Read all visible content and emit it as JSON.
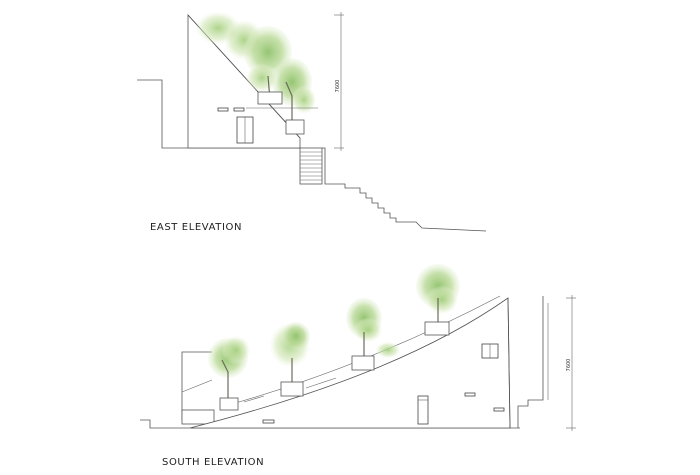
{
  "east_elevation": {
    "title": "EAST ELEVATION",
    "dimension": "7600"
  },
  "south_elevation": {
    "title": "SOUTH ELEVATION",
    "dimension": "7600"
  },
  "colors": {
    "line": "#555555",
    "foliage_light": "#d4e8b8",
    "foliage_mid": "#a9cf82",
    "foliage_dark": "#7fb35a",
    "background": "#ffffff"
  }
}
